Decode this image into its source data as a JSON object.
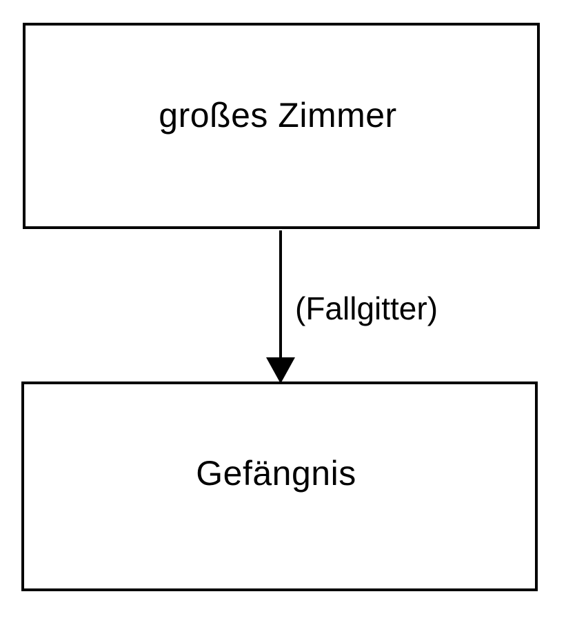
{
  "diagram": {
    "nodes": [
      {
        "id": "top",
        "label": "großes Zimmer"
      },
      {
        "id": "bottom",
        "label": "Gefängnis"
      }
    ],
    "edges": [
      {
        "from": "top",
        "to": "bottom",
        "label": "(Fallgitter)",
        "arrow": "filled-triangle"
      }
    ]
  }
}
